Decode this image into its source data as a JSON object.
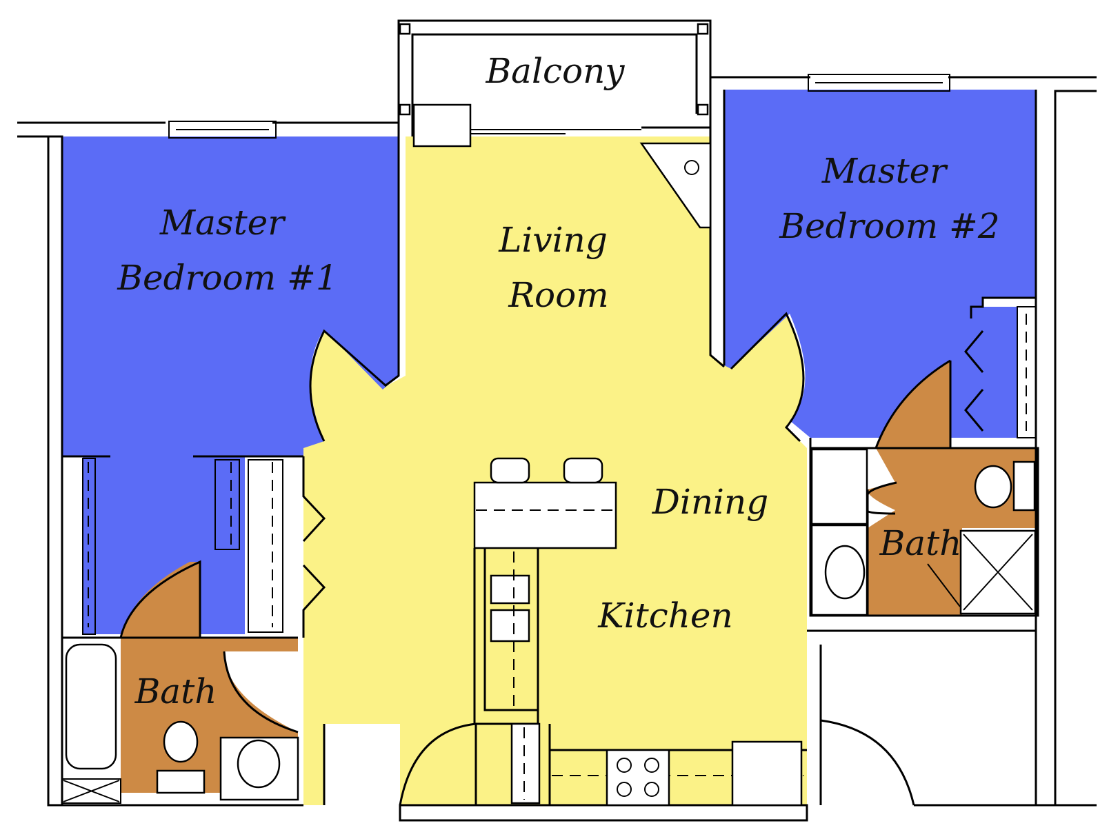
{
  "rooms": {
    "balcony": "Balcony",
    "master_bedroom_1": [
      "Master",
      "Bedroom #1"
    ],
    "master_bedroom_2": [
      "Master",
      "Bedroom #2"
    ],
    "living_room": [
      "Living",
      "Room"
    ],
    "dining": "Dining",
    "kitchen": "Kitchen",
    "bath_1": "Bath",
    "bath_2": "Bath"
  },
  "colors": {
    "bedroom": "#5b6cf6",
    "living": "#fbf287",
    "bath": "#cd8a45",
    "wall": "#000000",
    "background": "#ffffff"
  }
}
